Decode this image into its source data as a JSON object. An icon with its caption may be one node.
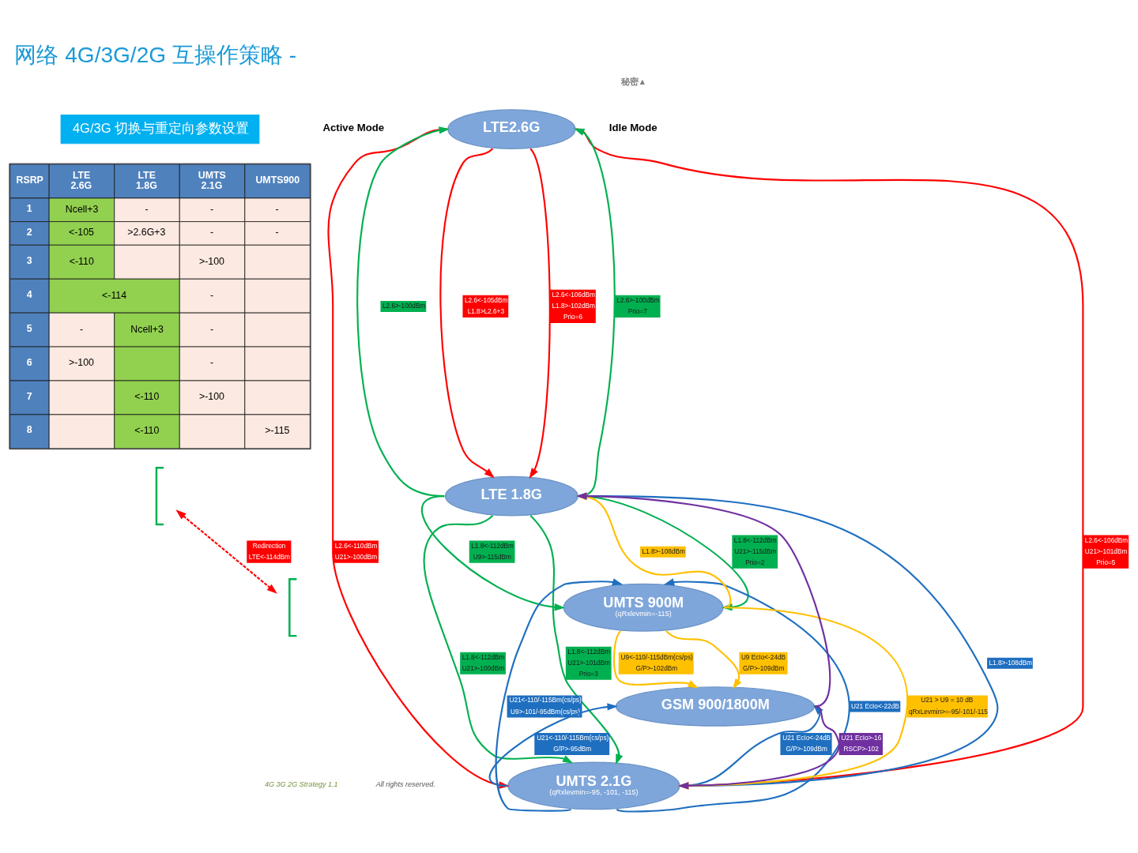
{
  "diagram": {
    "title": "网络 4G/3G/2G 互操作策略 -",
    "nodes": [
      {
        "text": [
          "4G/3G 切换与重定向参数设置"
        ]
      },
      {
        "text": [
          "LTE2.6G"
        ]
      },
      {
        "text": [
          "LTE 1.8G"
        ]
      },
      {
        "text": [
          "UMTS 2.1G",
          "(qRxlevmin=-95, -101, -115)"
        ]
      },
      {
        "text": [
          "UMTS 900M",
          "(qRxlevmin=-115)"
        ]
      },
      {
        "text": [
          "GSM 900/1800M"
        ]
      },
      {
        "text": [],
        "shape": "bracket"
      },
      {
        "text": [],
        "shape": "bracket"
      }
    ],
    "edges": [
      {
        "from": 2,
        "to": 1,
        "arrow": "to",
        "label": "L2.6>-100dBm"
      },
      {
        "from": 6,
        "to": 7,
        "arrow": "both",
        "label": "Redirection LTE<-114dBm",
        "style": "dashed",
        "color": "#ff0000"
      },
      {
        "from": 2,
        "to": 3,
        "arrow": "to",
        "label": "L1.8<-112dBm U21>-100dBm"
      },
      {
        "from": 2,
        "to": 4,
        "arrow": "to",
        "label": "L1.8<-112dBm U9>-115dBm"
      },
      {
        "from": 1,
        "to": 2,
        "arrow": "to",
        "label": "L2.6<-105dBm L1.8>L2.6+3",
        "color": "#ff0000"
      },
      {
        "from": 1,
        "to": 3,
        "arrow": "to",
        "label": "L2.6<-110dBm U21>-100dBm",
        "color": "#ff0000"
      },
      {
        "from": 3,
        "to": 4,
        "arrow": "to",
        "label": "U21<-110/-115Bm(cs/ps) U9>-101/-95dBm(cs/ps)",
        "color": "#1f6fc0"
      },
      {
        "from": 3,
        "to": 5,
        "arrow": "to",
        "label": "U21<-110/-115Bm(cs/ps) G/P>-95dBm",
        "color": "#1f6fc0"
      },
      {
        "from": 4,
        "to": 5,
        "arrow": "to",
        "label": "U9<-110/-115dBm(cs/ps) G/P>-102dBm",
        "color": "#ffc000"
      },
      {
        "from": 1,
        "to": 2,
        "arrow": "to",
        "label": "L2.6<-106dBm L1.8>-102dBm Prio=6",
        "color": "#ff0000"
      },
      {
        "from": 1,
        "to": 3,
        "arrow": "to",
        "label": "L2.6<-106dBm U21>-101dBm Prio=5",
        "color": "#ff0000"
      },
      {
        "from": 3,
        "to": 4,
        "arrow": "to",
        "label": "U21 EcIo<-22dB",
        "color": "#1f6fc0"
      },
      {
        "from": 3,
        "to": 5,
        "arrow": "to",
        "label": "U21 EcIo<-24dB G/P>-109dBm",
        "color": "#1f6fc0"
      },
      {
        "from": 4,
        "to": 3,
        "arrow": "to",
        "label": "U21 > U9 = 10 dB qRxLevmin>=-95/-101/-115",
        "color": "#ffc000"
      },
      {
        "from": 4,
        "to": 5,
        "arrow": "to",
        "label": "U9 EcIo<-24dB G/P>-109dBm",
        "color": "#ffc000"
      },
      {
        "from": 2,
        "to": 1,
        "arrow": "to",
        "label": "L2.6>-100dBm Prio=7"
      },
      {
        "from": 2,
        "to": 3,
        "arrow": "to",
        "label": "L1.8<-112dBm U21>-101dBm Prio=3"
      },
      {
        "from": 2,
        "to": 4,
        "arrow": "to",
        "label": "L1.8<-112dBm U21>-115dBm Prio=2"
      },
      {
        "from": 3,
        "to": 2,
        "arrow": "to",
        "label": "L1.8>-108dBm",
        "color": "#1f6fc0"
      },
      {
        "from": 4,
        "to": 2,
        "arrow": "to",
        "label": "L1.8>-108dBm",
        "color": "#ffc000"
      },
      {
        "from": 5,
        "to": 2,
        "arrow": "to",
        "color": "#7030a0"
      },
      {
        "from": 5,
        "to": 3,
        "arrow": "to",
        "label": "U21 EcIo>-16 RSCP>-102",
        "color": "#7030a0"
      }
    ],
    "labels": [
      "秘密▲",
      "Active Mode",
      "Idle Mode",
      "RSRP",
      "LTE 2.6G",
      "LTE 1.8G",
      "UMTS 2.1G",
      "UMTS900",
      "1",
      "Ncell+3",
      "-",
      "-",
      "-",
      "2",
      "<-105",
      ">2.6G+3",
      "-",
      "-",
      "3",
      "<-110",
      ">-100",
      "4",
      "<-114",
      "-",
      "5",
      "-",
      "Ncell+3",
      "-",
      "6",
      ">-100",
      "-",
      "7",
      "<-110",
      ">-100",
      "8",
      "<-110",
      ">-115",
      "4G 3G 2G Strategy 1.1",
      "All rights reserved."
    ]
  }
}
